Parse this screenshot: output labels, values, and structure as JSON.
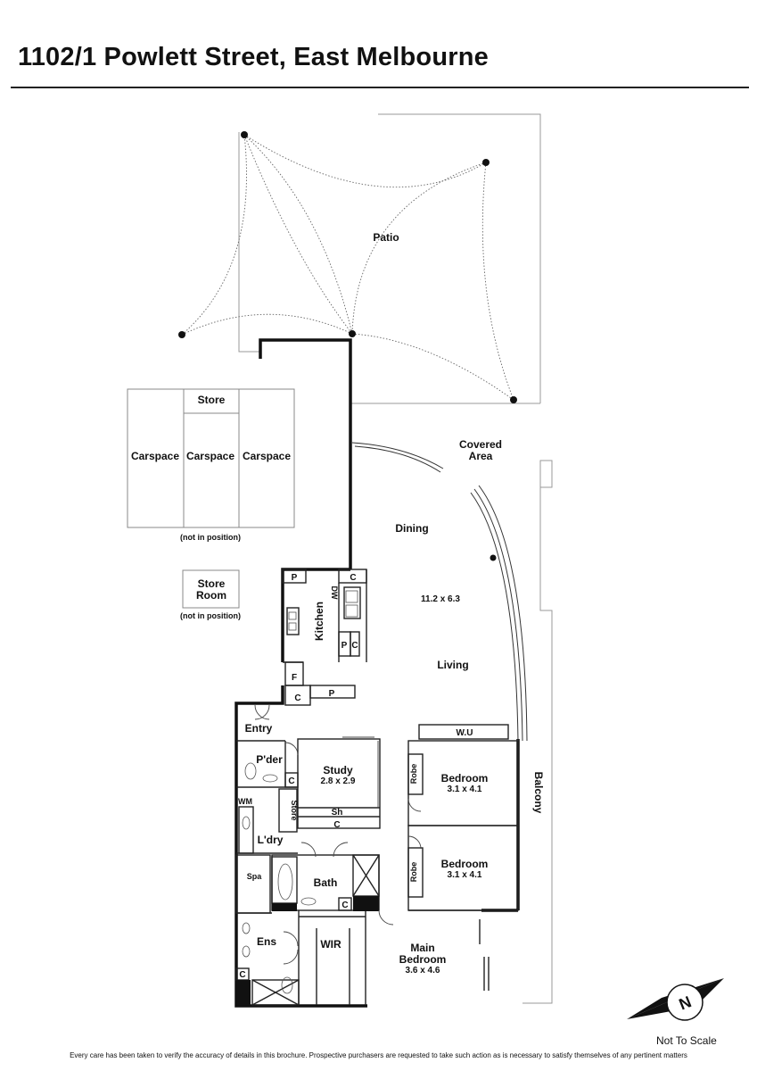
{
  "title": "1102/1 Powlett Street, East Melbourne",
  "rooms": {
    "patio": "Patio",
    "covered_area_1": "Covered",
    "covered_area_2": "Area",
    "dining": "Dining",
    "living_dims": "11.2 x 6.3",
    "living": "Living",
    "kitchen": "Kitchen",
    "dw": "DW",
    "p": "P",
    "c": "C",
    "f": "F",
    "entry": "Entry",
    "pder": "P'der",
    "study": "Study",
    "study_dims": "2.8 x 2.9",
    "sh": "Sh",
    "wm": "WM",
    "store": "Store",
    "ldry": "L'dry",
    "spa": "Spa",
    "bath": "Bath",
    "ens": "Ens",
    "wir": "WIR",
    "main_bedroom_1": "Main",
    "main_bedroom_2": "Bedroom",
    "main_bedroom_dims": "3.6 x 4.6",
    "wu": "W.U",
    "robe": "Robe",
    "bedroom": "Bedroom",
    "bedroom1_dims": "3.1 x 4.1",
    "bedroom2_dims": "3.1 x 4.1",
    "balcony": "Balcony"
  },
  "carpark": {
    "store": "Store",
    "carspace": "Carspace",
    "not_in_position": "(not in position)",
    "store_room_1": "Store",
    "store_room_2": "Room"
  },
  "compass": {
    "letter": "N"
  },
  "footer": {
    "not_to_scale": "Not To Scale",
    "disclaimer": "Every care has been taken to verify the accuracy of details in this brochure. Prospective purchasers are requested to take such action as is necessary to satisfy themselves of any pertinent matters"
  }
}
